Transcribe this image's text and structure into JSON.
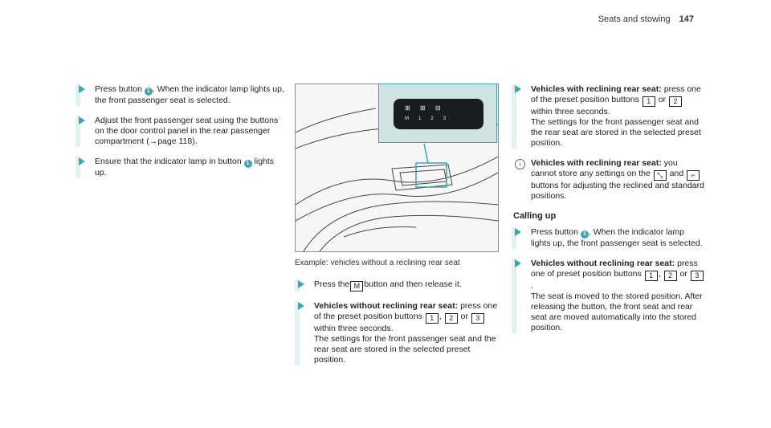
{
  "header": {
    "section": "Seats and stowing",
    "page": "147"
  },
  "left": {
    "steps": [
      {
        "p1": "Press button",
        "badge": "1",
        "p2": ". When the indicator lamp lights up, the front passenger seat is selected."
      },
      {
        "p1": "Adjust the front passenger seat using the buttons on the door control panel in the rear passenger compartment (",
        "arrow": "→",
        "p2": "page 118)."
      },
      {
        "p1": "Ensure that the indicator lamp in button",
        "badge": "1",
        "p2": "lights up."
      }
    ]
  },
  "figure": {
    "caption": "Example: vehicles without a reclining rear seat",
    "inset_buttons": [
      "M",
      "1",
      "2",
      "3"
    ]
  },
  "middle": {
    "step1": {
      "p1": "Press the",
      "key": "M",
      "p2": "button and then release it."
    },
    "step2": {
      "bold": "Vehicles without reclining rear seat:",
      "p1": "press one of the preset position buttons",
      "k1": "1",
      "sep1": ",",
      "k2": "2",
      "or": "or",
      "k3": "3",
      "p2": "within three seconds.",
      "p3": "The settings for the front passenger seat and the rear seat are stored in the selected preset position."
    }
  },
  "right": {
    "step1": {
      "bold": "Vehicles with reclining rear seat:",
      "p1": "press one of the preset position buttons",
      "k1": "1",
      "or": "or",
      "k2": "2",
      "p2": "within three seconds.",
      "p3": "The settings for the front passenger seat and the rear seat are stored in the selected preset position."
    },
    "info": {
      "icon": "i",
      "bold": "Vehicles with reclining rear seat:",
      "p1": "you cannot store any settings on the",
      "and": "and",
      "p2": "buttons for adjusting the reclined and standard positions."
    },
    "calling_up": "Calling up",
    "step2": {
      "p1": "Press button",
      "badge": "1",
      "p2": ". When the indicator lamp lights up, the front passenger seat is selected."
    },
    "step3": {
      "bold": "Vehicles without reclining rear seat:",
      "p1": "press one of preset position buttons",
      "k1": "1",
      "sep1": ",",
      "k2": "2",
      "or": "or",
      "k3": "3",
      "dot": ".",
      "p2": "The seat is moved to the stored position. After releasing the button, the front seat and rear seat are moved automatically into the stored position."
    }
  }
}
